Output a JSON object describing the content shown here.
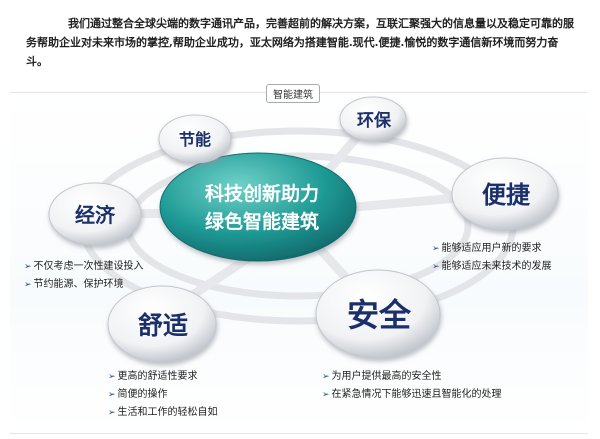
{
  "intro_text": "我们通过整合全球尖端的数字通讯产品，完善超前的解决方案，互联汇聚强大的信息量以及稳定可靠的服务帮助企业对未来市场的掌控,帮助企业成功，亚太网络为搭建智能.现代.便捷.愉悦的数字通信新环境而努力奋斗。",
  "diagram": {
    "label": "智能建筑",
    "center": [
      "科技创新助力",
      "绿色智能建筑"
    ],
    "nodes": {
      "jieneng": "节能",
      "huanbao": "环保",
      "jingji": "经济",
      "bianjie": "便捷",
      "shushi": "舒适",
      "anquan": "安全"
    },
    "bullets": {
      "jingji": [
        "不仅考虑一次性建设投入",
        "节约能源、保护环境"
      ],
      "bianjie": [
        "能够适应用户新的要求",
        "能够适应未来技术的发展"
      ],
      "shushi": [
        "更高的舒适性要求",
        "简便的操作",
        "生活和工作的轻松自如"
      ],
      "anquan": [
        "为用户提供最高的安全性",
        "在紧急情况下能够迅速且智能化的处理"
      ]
    },
    "colors": {
      "center": "#1f9a95",
      "node_text": "#1b2f6b",
      "center_text": "#ffffff"
    }
  }
}
